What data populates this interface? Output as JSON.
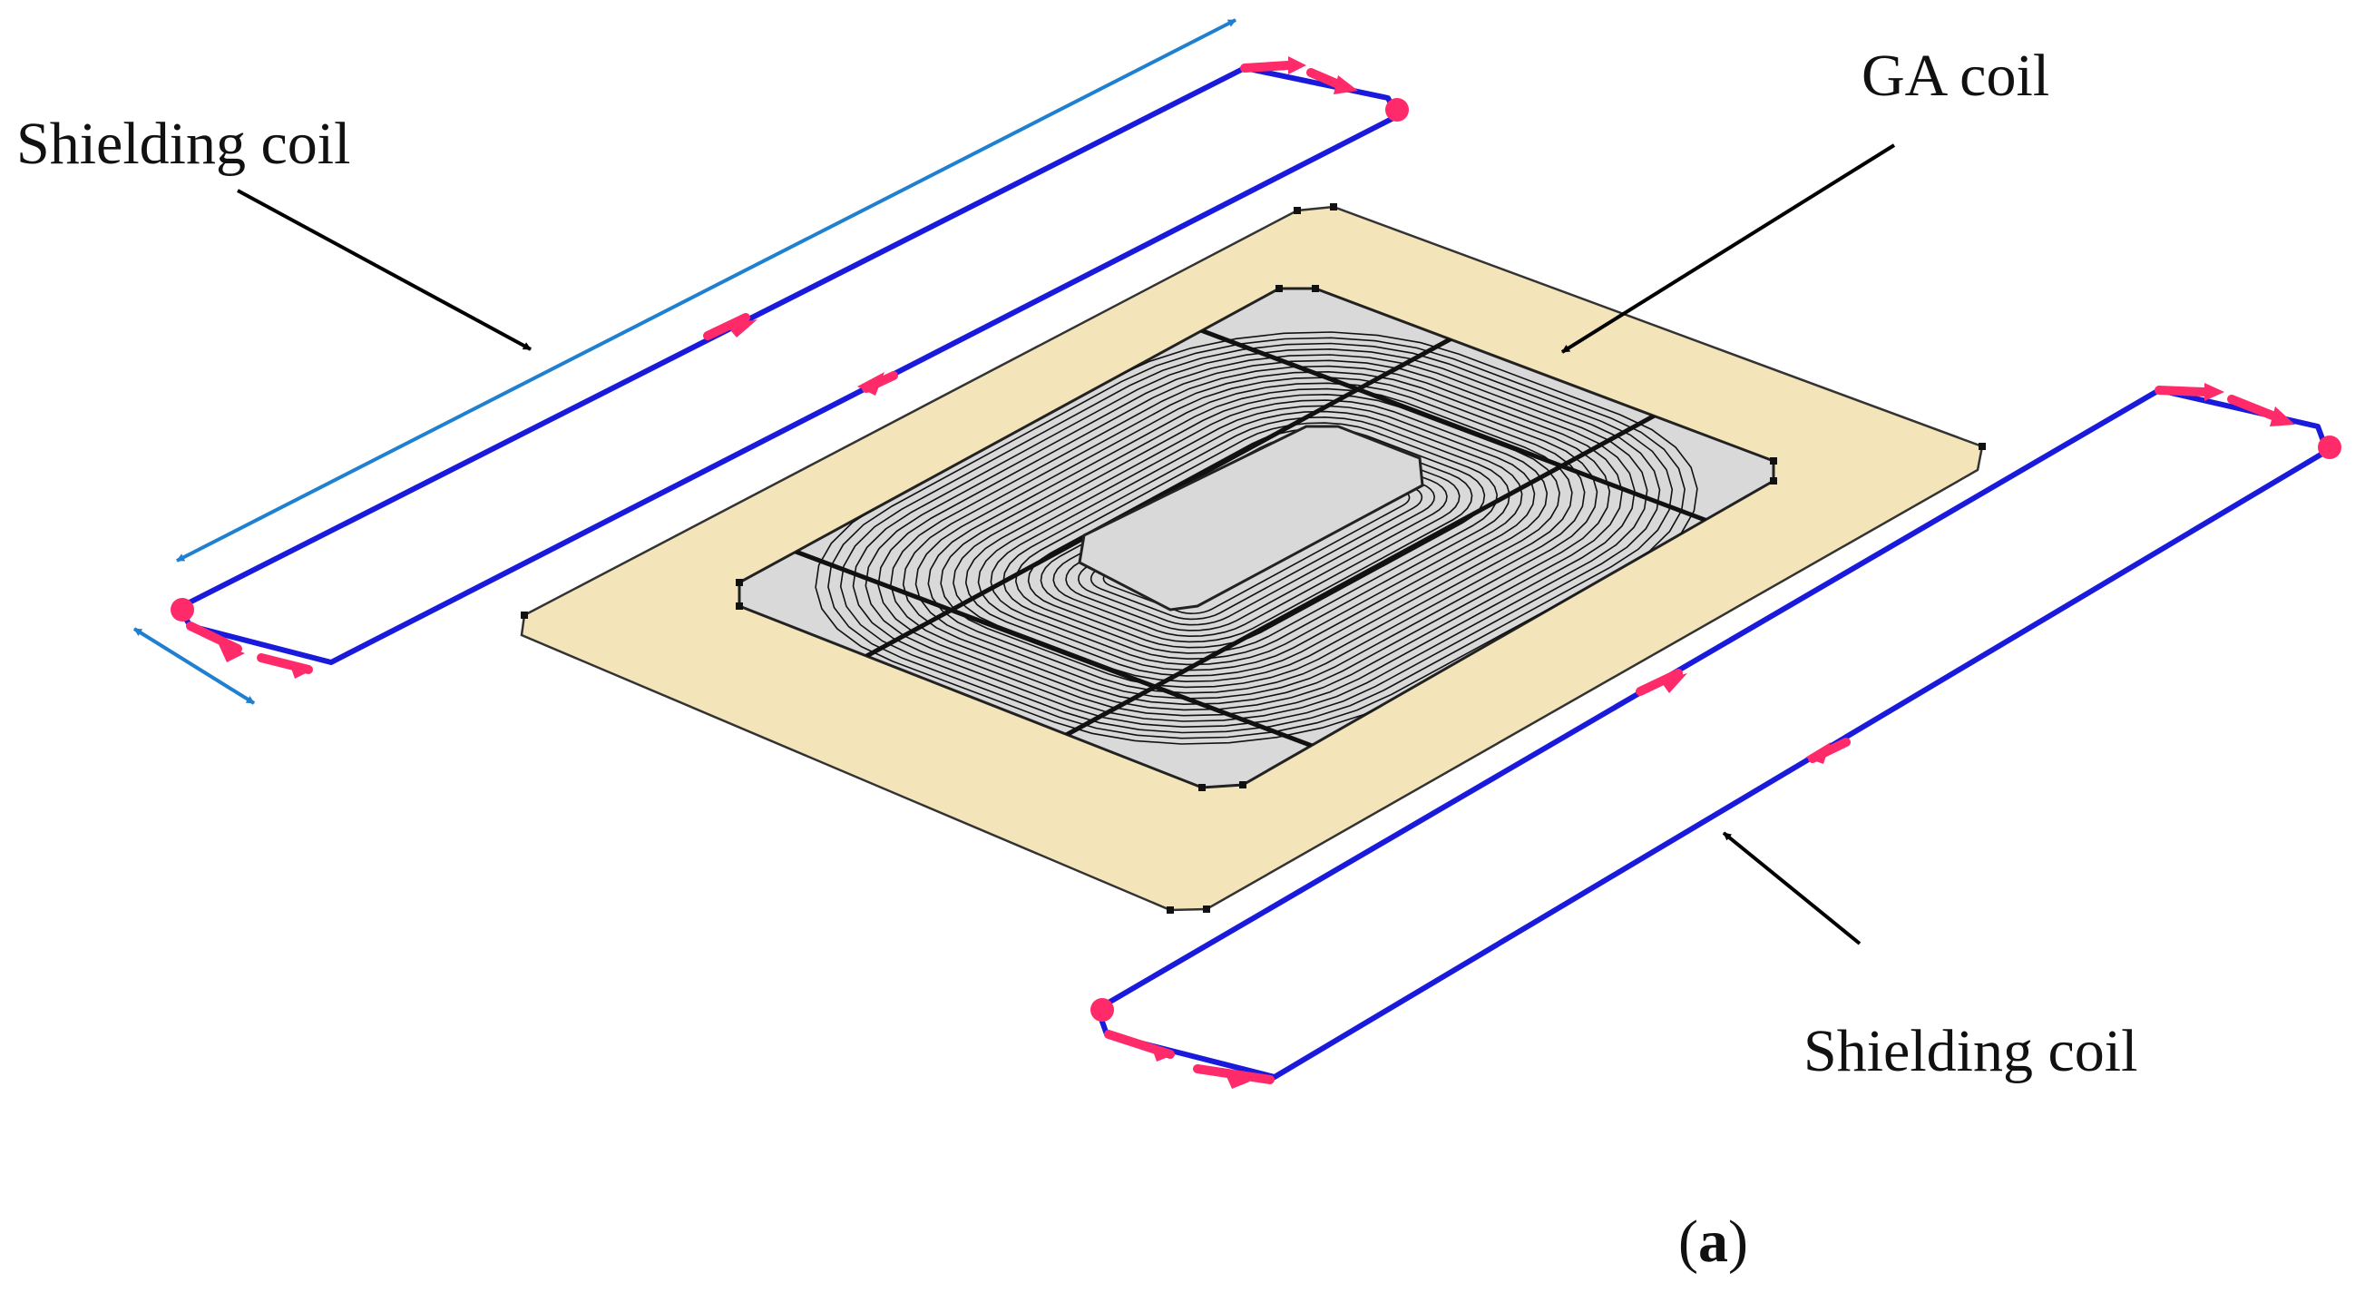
{
  "labels": {
    "shielding_coil_top": "Shielding coil",
    "ga_coil": "GA coil",
    "shielding_coil_bottom": "Shielding coil"
  },
  "caption": {
    "open": "(",
    "letter": "a",
    "close": ")"
  },
  "colors": {
    "pad_fill": "#f3e4b9",
    "coil_plate": "#d9d9d9",
    "shield_wire": "#1a1adc",
    "current_arrow": "#ff2a6a",
    "dimension_arrow": "#1f7fd1",
    "pointer": "#000000"
  }
}
